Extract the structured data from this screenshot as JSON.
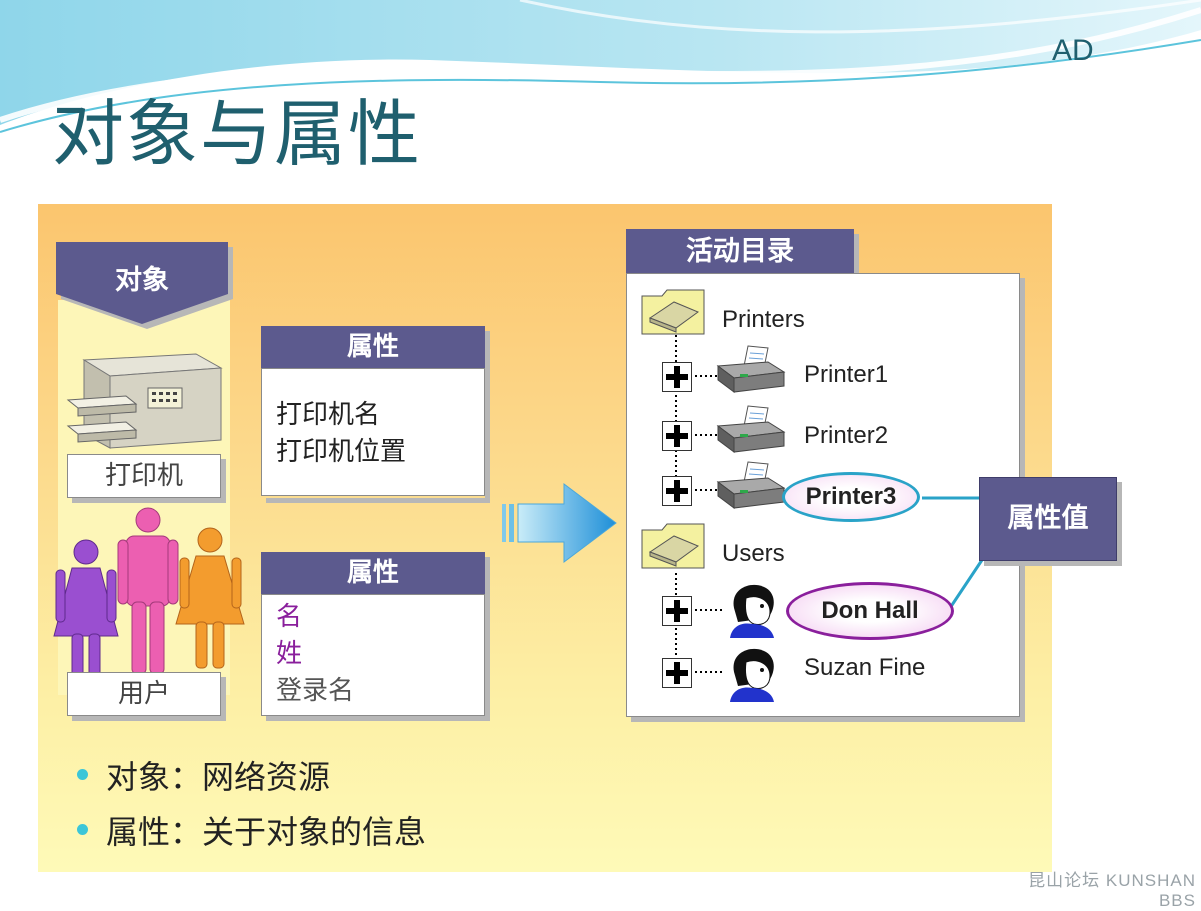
{
  "slide": {
    "title": "对象与属性",
    "corner_label": "AD"
  },
  "objects": {
    "header": "对象",
    "printer_label": "打印机",
    "user_label": "用户"
  },
  "printer_attrs": {
    "header": "属性",
    "items": [
      "打印机名",
      "打印机位置"
    ]
  },
  "user_attrs": {
    "header": "属性",
    "items": [
      "名",
      "姓",
      "登录名"
    ]
  },
  "directory": {
    "header": "活动目录",
    "printers_folder": "Printers",
    "printer1": "Printer1",
    "printer2": "Printer2",
    "printer3": "Printer3",
    "users_folder": "Users",
    "user1": "Don Hall",
    "user2": "Suzan Fine"
  },
  "attr_value": {
    "label": "属性值"
  },
  "bullets": [
    "对象：网络资源",
    "属性：关于对象的信息"
  ],
  "watermark": {
    "text": "昆山论坛 KUNSHAN BBS"
  },
  "colors": {
    "title": "#1f5f6e",
    "header_bg": "#5c5a8e",
    "purple_text": "#8a1f9c",
    "oval_stroke": "#2aa3c8",
    "arrow": "#2c9fe0",
    "bullet": "#3cc6d8"
  }
}
